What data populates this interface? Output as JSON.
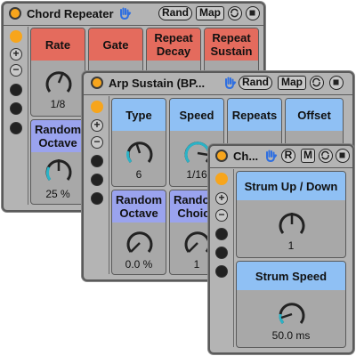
{
  "colors": {
    "power": "#f7a51c",
    "red_header": "#e46b5d",
    "blue_header": "#8fc0f4",
    "lavender_header": "#9aa3ee",
    "accent_cyan": "#2bb3c7",
    "panel": "#b4b4b4"
  },
  "icons": {
    "hand": "hand-icon",
    "power": "power-icon",
    "refresh": "refresh-icon",
    "save": "save-icon",
    "sync": "sync-icon",
    "plus": "plus-icon",
    "minus": "minus-icon",
    "camera": "camera-icon",
    "bar": "bar-icon",
    "list": "list-icon"
  },
  "windows": {
    "chord_repeater": {
      "title": "Chord Repeater",
      "rand_label": "Rand",
      "map_label": "Map",
      "params": [
        {
          "label": "Rate",
          "value": "1/8"
        },
        {
          "label": "Gate",
          "value": ""
        },
        {
          "label": "Repeat Decay",
          "value": ""
        },
        {
          "label": "Repeat Sustain",
          "value": ""
        },
        {
          "label": "Random Octave",
          "value": "25 %"
        }
      ]
    },
    "arp_sustain": {
      "title": "Arp Sustain (BP...",
      "rand_label": "Rand",
      "map_label": "Map",
      "params": [
        {
          "label": "Type",
          "value": "6"
        },
        {
          "label": "Speed",
          "value": "1/16"
        },
        {
          "label": "Repeats",
          "value": ""
        },
        {
          "label": "Offset",
          "value": ""
        },
        {
          "label": "Random Octave",
          "value": "0.0 %"
        },
        {
          "label": "Random Choice",
          "value": "1"
        }
      ]
    },
    "chord_strum": {
      "title": "Ch...",
      "rand_label": "R",
      "map_label": "M",
      "params": [
        {
          "label": "Strum Up / Down",
          "value": "1"
        },
        {
          "label": "Strum Speed",
          "value": "50.0 ms"
        }
      ]
    }
  }
}
